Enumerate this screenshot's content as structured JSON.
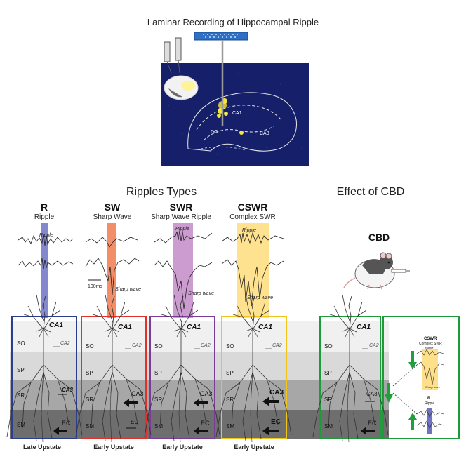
{
  "header": {
    "title": "Laminar Recording of Hippocampal Ripple"
  },
  "histology": {
    "ca1": "CA1",
    "dg": "DG",
    "ca3": "CA3"
  },
  "sections": {
    "ripple_types": "Ripples Types",
    "effect": "Effect of CBD"
  },
  "ripples": [
    {
      "code": "R",
      "name": "Ripple",
      "tag": "Ripple",
      "stage": "Late Upstate",
      "color": "#6f73c4",
      "frame": "#2b3d8f"
    },
    {
      "code": "SW",
      "name": "Sharp Wave",
      "tag": "Sharp wave",
      "stage": "Early Upstate",
      "color": "#f07a4e",
      "frame": "#e0322b"
    },
    {
      "code": "SWR",
      "name": "Sharp Wave Ripple",
      "tag": "Ripple",
      "tag2": "Sharp wave",
      "stage": "Early Upstate",
      "color": "#c38bc9",
      "frame": "#7b3c99"
    },
    {
      "code": "CSWR",
      "name": "Complex SWR",
      "tag": "Ripple",
      "tag2": "Sharp wave",
      "stage": "Early Upstate",
      "color": "#ffe08a",
      "frame": "#f2c318"
    }
  ],
  "scale_bar": "100ms",
  "layers": {
    "so": "SO",
    "sp": "SP",
    "sr": "SR",
    "sm": "SM"
  },
  "labels": {
    "ca1": "CA1",
    "ca2": "CA2",
    "ca3": "CA3",
    "ec": "EC"
  },
  "cbd": {
    "label": "CBD",
    "mini_cswr_code": "CSWR",
    "mini_cswr_name": "Complex SWR",
    "mini_ripple": "Ripple",
    "mini_sharp": "Sharp wave",
    "mini_r_code": "R",
    "mini_r_name": "Ripple"
  },
  "colors": {
    "cbd_frame": "#1f9a3a",
    "arrow_green": "#1fa03c",
    "probe": "#2f6fc4"
  }
}
